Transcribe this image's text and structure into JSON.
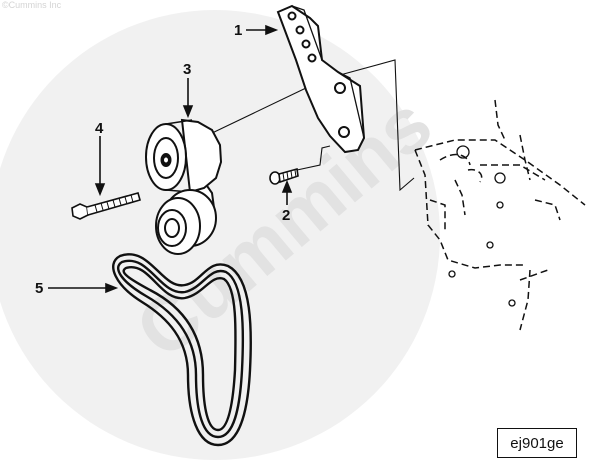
{
  "watermark": {
    "copyright": "©Cummins Inc",
    "brand_text": "Cummins"
  },
  "callouts": [
    "1",
    "2",
    "3",
    "4",
    "5"
  ],
  "figure_ref": "ej901ge",
  "colors": {
    "line": "#111111",
    "watermark": "#e6e6e6"
  }
}
